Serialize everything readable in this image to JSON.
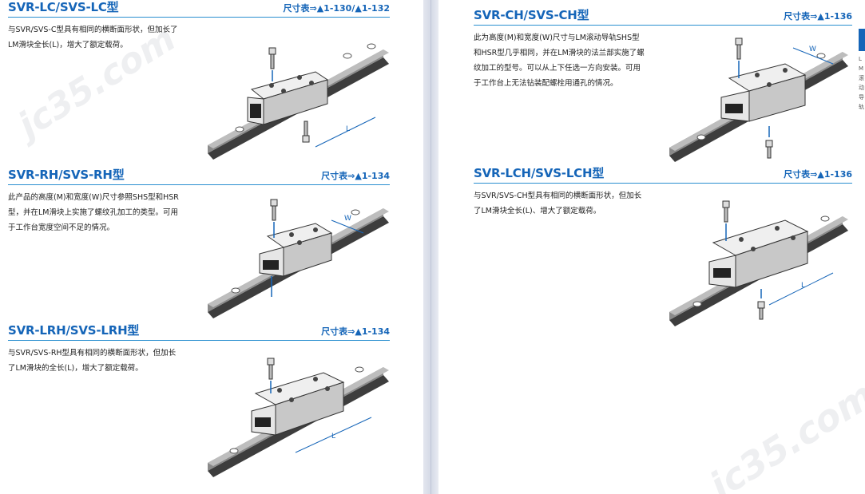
{
  "left_page": {
    "sections": [
      {
        "title": "SVR-LC/SVS-LC型",
        "ref": "尺寸表⇒▲1-130/▲1-132",
        "lines": [
          "与SVR/SVS-C型具有相同的横断面形状，但加长了",
          "LM滑块全长(L)，增大了额定载荷。"
        ],
        "dim_label": "L"
      },
      {
        "title": "SVR-RH/SVS-RH型",
        "ref": "尺寸表⇒▲1-134",
        "lines": [
          "此产品的高度(M)和宽度(W)尺寸参照SHS型和HSR",
          "型，并在LM滑块上实施了螺纹孔加工的类型。可用",
          "于工作台宽度空间不足的情况。"
        ],
        "dim_label": "W"
      },
      {
        "title": "SVR-LRH/SVS-LRH型",
        "ref": "尺寸表⇒▲1-134",
        "lines": [
          "与SVR/SVS-RH型具有相同的横断面形状，但加长",
          "了LM滑块的全长(L)，增大了额定载荷。"
        ],
        "dim_label": "L"
      }
    ]
  },
  "right_page": {
    "sections": [
      {
        "title": "SVR-CH/SVS-CH型",
        "ref": "尺寸表⇒▲1-136",
        "lines": [
          "此为高度(M)和宽度(W)尺寸与LM滚动导轨SHS型",
          "和HSR型几乎相同，并在LM滑块的法兰部实施了螺",
          "纹加工的型号。可以从上下任选一方向安装。可用",
          "于工作台上无法钻装配螺栓用通孔的情况。"
        ],
        "dim_label": "W"
      },
      {
        "title": "SVR-LCH/SVS-LCH型",
        "ref": "尺寸表⇒▲1-136",
        "lines": [
          "与SVR/SVS-CH型具有相同的横断面形状，但加长",
          "了LM滑块全长(L)、增大了额定载荷。"
        ],
        "dim_label": "L"
      }
    ],
    "side_tab_text": "L M 滚 动 导 轨"
  },
  "watermarks": [
    "jc35.com",
    "jc35.com"
  ],
  "colors": {
    "accent": "#1565b8",
    "rule": "#2a8fd0",
    "rail": "#4a4a4a",
    "block": "#d9d9d9"
  }
}
